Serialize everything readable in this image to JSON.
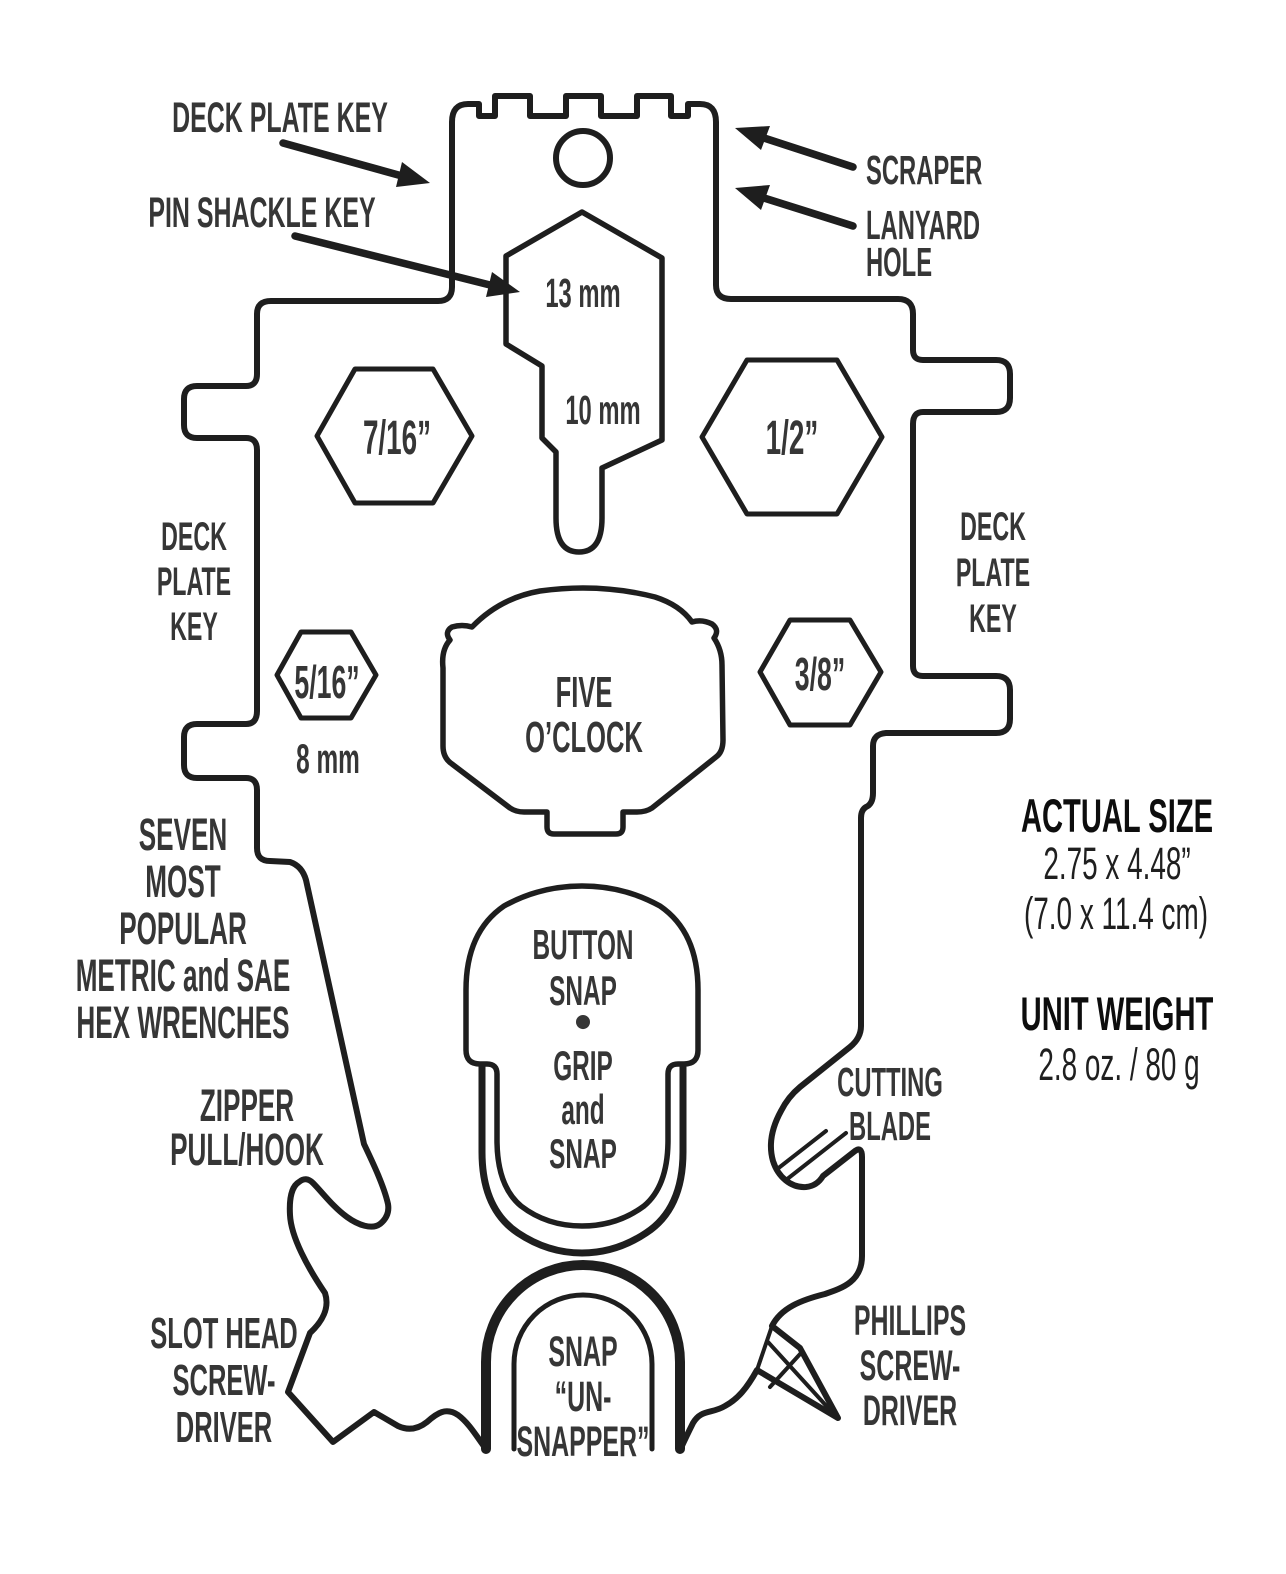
{
  "colors": {
    "ink": "#1e1e1e",
    "label_text": "#363636",
    "background": "#ffffff"
  },
  "callouts": {
    "deck_plate_key_top": "DECK PLATE KEY",
    "pin_shackle_key": "PIN SHACKLE KEY",
    "scraper": "SCRAPER",
    "lanyard_hole": "LANYARD\nHOLE",
    "deck_plate_key_left": "DECK\nPLATE\nKEY",
    "deck_plate_key_right": "DECK\nPLATE\nKEY",
    "hex_wrench_note": "SEVEN\nMOST\nPOPULAR\nMETRIC and SAE\nHEX WRENCHES",
    "zipper_pull_hook": "ZIPPER\nPULL/HOOK",
    "cutting_blade": "CUTTING\nBLADE",
    "slot_head_screwdriver": "SLOT HEAD\nSCREW-\nDRIVER",
    "snap_unsnapper": "SNAP\n“UN-\nSNAPPER”",
    "phillips_screwdriver": "PHILLIPS\nSCREW-\nDRIVER"
  },
  "markings": {
    "hex_7_16": "7/16”",
    "hex_1_2": "1/2”",
    "hex_5_16": "5/16”",
    "hex_3_8": "3/8”",
    "hex_8_mm": "8 mm",
    "shackle_13_mm": "13 mm",
    "shackle_10_mm": "10 mm",
    "brand": "FIVE\nO’CLOCK",
    "button_snap": "BUTTON\nSNAP",
    "snap_dot": "●",
    "grip_and_snap": "GRIP\nand\nSNAP"
  },
  "specs": {
    "actual_size_title": "ACTUAL SIZE",
    "actual_size_inches": "2.75 x 4.48”",
    "actual_size_cm": "(7.0 x 11.4 cm)",
    "unit_weight_title": "UNIT WEIGHT",
    "unit_weight_value": "2.8 oz. / 80 g"
  }
}
